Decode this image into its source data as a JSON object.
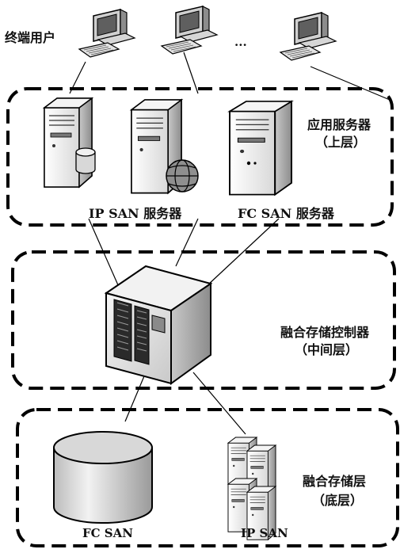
{
  "labels": {
    "end_users": "终端用户",
    "ellipsis": "...",
    "app_server_layer": "应用服务器",
    "app_server_sublabel": "（上层）",
    "ip_san_server": "IP SAN  服务器",
    "fc_san_server": "FC SAN 服务器",
    "controller_layer": "融合存储控制器",
    "controller_sublabel": "（中间层）",
    "storage_layer": "融合存储层",
    "storage_sublabel": "（底层）",
    "fc_san": "FC SAN",
    "ip_san": "IP SAN"
  },
  "icons": {
    "workstation": "workstation-icon",
    "server": "server-icon",
    "database": "database-icon",
    "globe": "globe-icon",
    "controller": "storage-controller-icon",
    "cylinder": "fc-san-storage-icon",
    "server_stack": "ip-san-server-stack-icon"
  },
  "colors": {
    "stroke": "#000000",
    "box_light": "#f4f4f4",
    "box_mid": "#d9d9d9",
    "box_dark": "#9a9a9a"
  }
}
